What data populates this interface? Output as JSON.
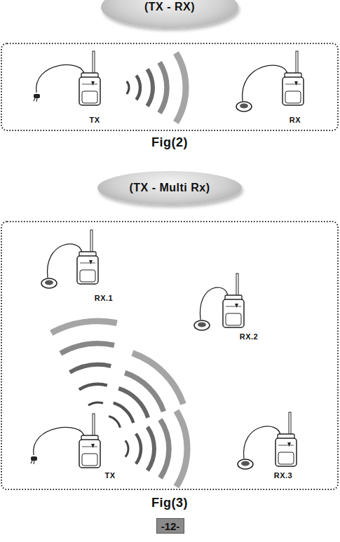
{
  "diagram": {
    "nodes": [
      {
        "text": [
          "(TX - RX)"
        ]
      },
      {
        "text": [
          "(TX - Multi Rx)"
        ]
      },
      {
        "text": [
          "-12-"
        ]
      }
    ],
    "labels": [
      "TX",
      "RX",
      "Fig(2)",
      "RX.1",
      "RX.2",
      "TX",
      "RX.3",
      "Fig(3)"
    ]
  }
}
